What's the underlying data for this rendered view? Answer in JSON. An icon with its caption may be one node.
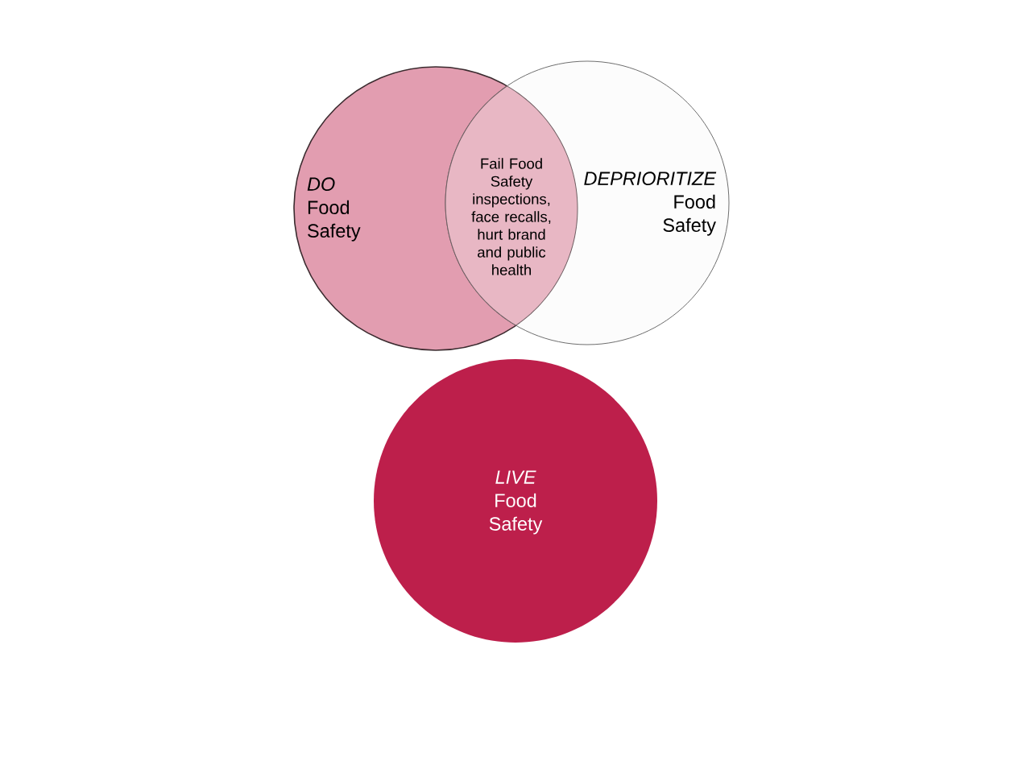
{
  "diagram": {
    "nodes": [
      {
        "text": [
          "DO",
          "Food Safety"
        ]
      },
      {
        "text": [
          "Fail Food Safety inspections, face recalls, hurt brand and public health"
        ]
      },
      {
        "text": [
          "DEPRIORITIZE",
          "Food Safety"
        ]
      },
      {
        "text": [
          "LIVE",
          "Food Safety"
        ]
      }
    ]
  }
}
